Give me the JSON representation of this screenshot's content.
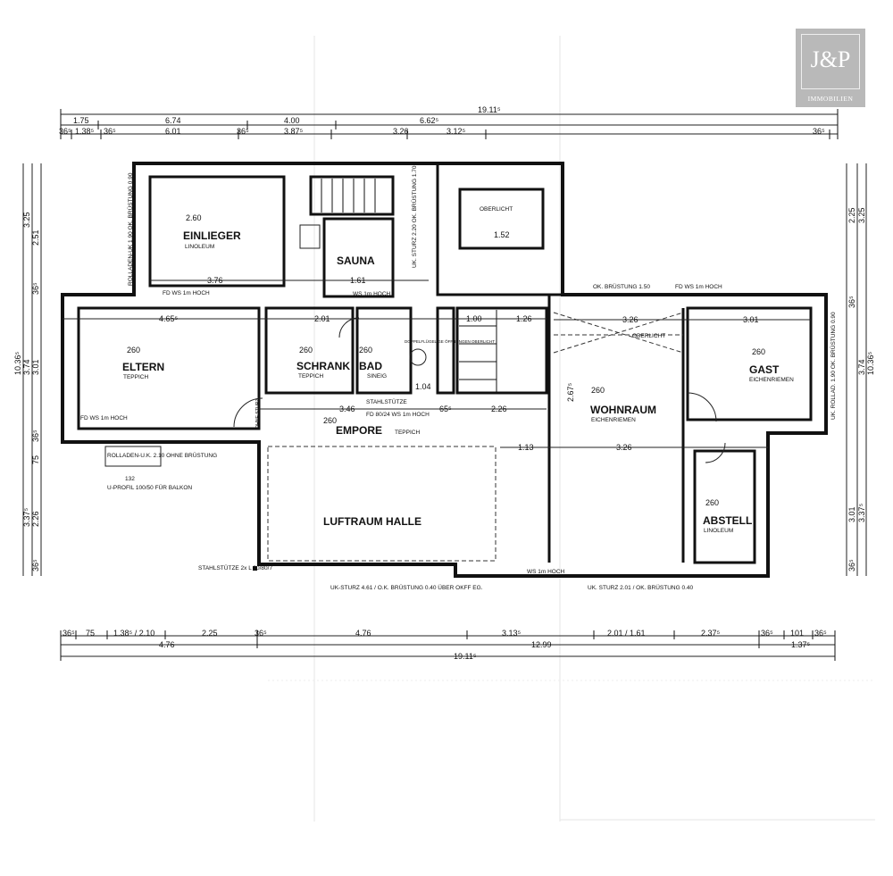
{
  "logo": {
    "mark": "J&P",
    "subtitle": "IMMOBILIEN",
    "background": "#b9b9b9"
  },
  "rooms": {
    "einlieger": {
      "name": "EINLIEGER",
      "floor": "LINOLEUM",
      "height": "2.60"
    },
    "sauna": {
      "name": "SAUNA"
    },
    "eltern": {
      "name": "ELTERN",
      "floor": "TEPPICH",
      "height": "260"
    },
    "schrank": {
      "name": "SCHRANK",
      "floor": "TEPPICH",
      "height": "260"
    },
    "bad": {
      "name": "BAD",
      "fixture": "SINEIG",
      "height": "260"
    },
    "empore": {
      "name": "EMPORE",
      "floor": "TEPPICH",
      "height": "260"
    },
    "luftraum": {
      "name": "LUFTRAUM HALLE"
    },
    "wohnraum": {
      "name": "WOHNRAUM",
      "floor": "EICHENRIEMEN",
      "height": "260"
    },
    "gast": {
      "name": "GAST",
      "floor": "EICHENRIEMEN",
      "height": "260"
    },
    "abstell": {
      "name": "ABSTELL",
      "floor": "LINOLEUM",
      "height": "260"
    }
  },
  "dims_top": {
    "total": "19.11⁵",
    "row2": [
      "1.75",
      "6.74",
      "4.00",
      "6.62⁵"
    ],
    "row3": [
      "36⁵",
      "1.38⁵",
      "36⁵",
      "6.01",
      "36⁵",
      "3.87⁵",
      "3.26",
      "3.12⁵",
      "36⁵"
    ]
  },
  "dims_bottom": {
    "row1": [
      "36⁵",
      "75",
      "1.38⁵ / 2.10",
      "2.25",
      "36⁵",
      "4.76",
      "3.13⁵",
      "2.01 / 1.61",
      "2.37⁵",
      "36⁵",
      "101",
      "36⁵"
    ],
    "row2": [
      "4.76",
      "12.99",
      "1.37⁵"
    ],
    "total": "19.11⁵"
  },
  "dims_left": [
    "3.25",
    "2.51",
    "36⁵",
    "3.01",
    "3.74",
    "10.36⁵",
    "36⁵",
    "75",
    "2.26",
    "3.37⁵",
    "36⁵"
  ],
  "dims_right": [
    "2.25",
    "3.25",
    "36⁵",
    "3.74",
    "10.36⁵",
    "3.01",
    "3.37⁵",
    "36⁵"
  ],
  "inner_dims": {
    "einlieger_w": "3.76",
    "sauna_w": "1.61",
    "eltern_w": "4.65⁵",
    "schrank_w": "2.01",
    "empore_a": "3.46",
    "empore_b": "2.26",
    "stair_w": "1.26",
    "gast_w": "3.01",
    "wohn_w": "3.26",
    "wohn_top": "3.26",
    "wohn_h": "2.67⁵",
    "bad_w": "1.04",
    "stair_top": "1.00",
    "top_block": "1.52",
    "empore_c": "65⁵",
    "wohn_mid": "1.13"
  },
  "notes": {
    "oberlicht": "OBERLICHT",
    "ok_bruestung_150": "OK. BRÜSTUNG 1.50",
    "fd_ws": "FD WS 1m HOCH",
    "ws": "WS 1m HOCH",
    "rolladen_top": "ROLLADEN-UK 1.90 OK. BRÜSTUNG 0.90",
    "uk_sturz_220": "UK. STURZ 2.20 OK. BRÜSTUNG 1.70",
    "rolladen_balkon": "ROLLADEN-U.K. 2.10 OHNE BRÜSTUNG",
    "u_profil": "U-PROFIL 100/50 FÜR BALKON",
    "u_profil_w": "132",
    "stahlstuetze": "STAHLSTÜTZE 2x L 80/80/7",
    "uk_sturz_461": "UK-STURZ 4.61 / O.K. BRÜSTUNG 0.40 ÜBER OKFF EG.",
    "uk_sturz_201": "UK. STURZ 2.01 / OK. BRÜSTUNG 0.40",
    "stahlstuetze_bad": "STAHLSTÜTZE",
    "fd_bad": "FD 80/24 WS 1m HOCH",
    "schiebetuer": "DOPPELFLÜGELIGE ÖFFNUNGEN OBERLICHT",
    "ohne_sturz": "OHNE STURZ",
    "rolladen_gast": "UK. ROLLAD. 1.90 OK. BRÜSTUNG 0.90"
  }
}
